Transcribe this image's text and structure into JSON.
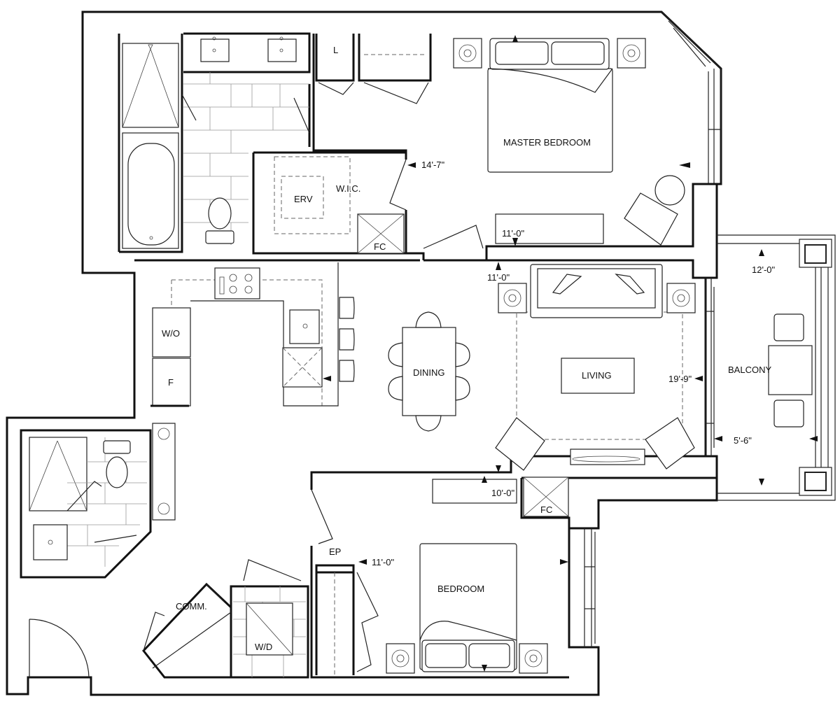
{
  "rooms": {
    "master_bedroom": "MASTER BEDROOM",
    "wic": "W.I.C.",
    "erv": "ERV",
    "fc_1": "FC",
    "fc_2": "FC",
    "linen": "L",
    "washer_oven": "W/O",
    "fridge": "F",
    "dining": "DINING",
    "living": "LIVING",
    "balcony": "BALCONY",
    "bedroom": "BEDROOM",
    "ep": "EP",
    "comm": "COMM.",
    "wd": "W/D"
  },
  "dimensions": {
    "wic_width": "14'-7\"",
    "master_depth": "11'-0\"",
    "living_width": "11'-0\"",
    "balcony_width": "12'-0\"",
    "living_depth": "19'-9\"",
    "balcony_depth": "5'-6\"",
    "bedroom_width": "10'-0\"",
    "bedroom_depth": "11'-0\""
  }
}
